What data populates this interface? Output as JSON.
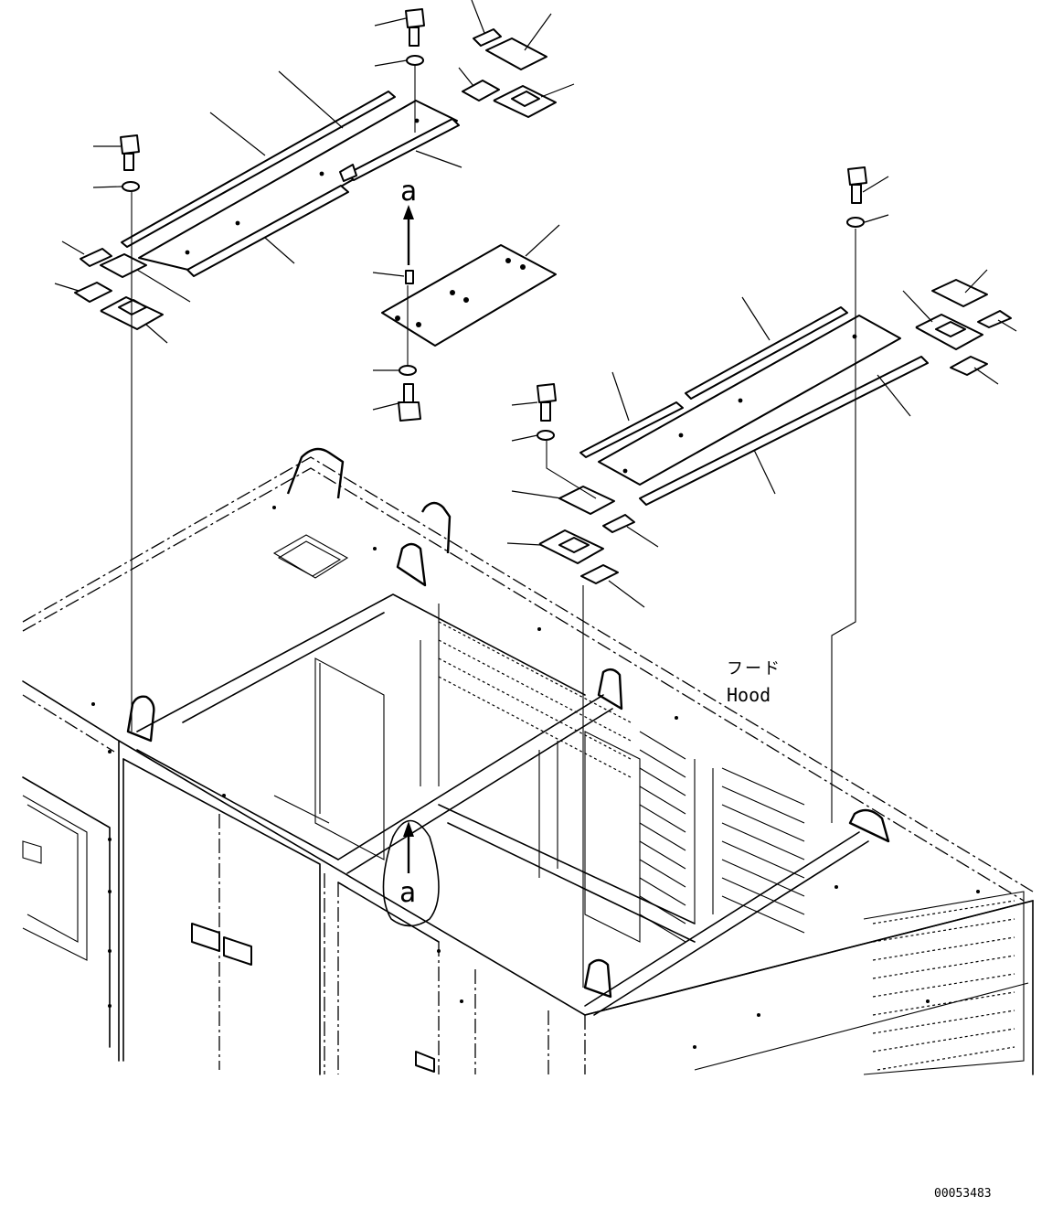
{
  "labels": {
    "ref_arrow_top": "a",
    "ref_arrow_bottom": "a",
    "hood_jp": "フード",
    "hood_en": "Hood",
    "drawing_no": "00053483"
  }
}
